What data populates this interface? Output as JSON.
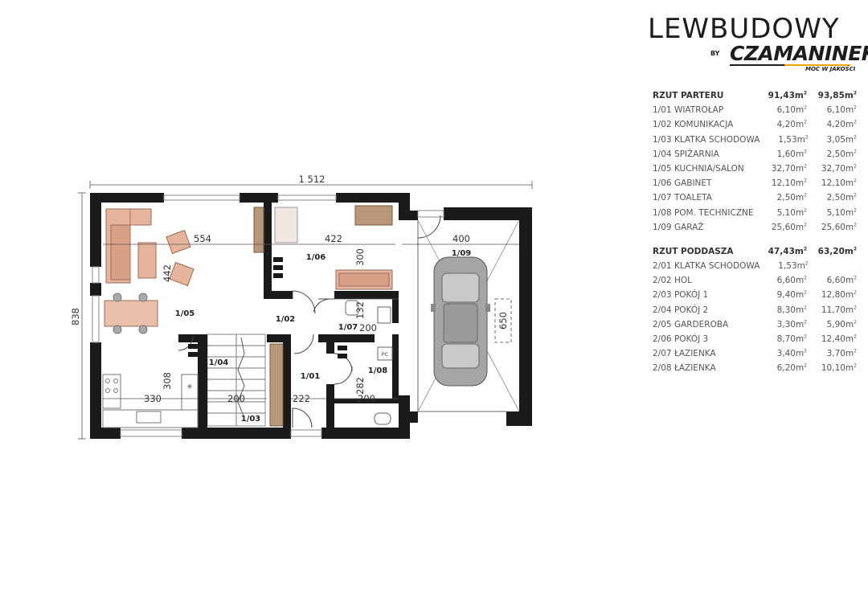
{
  "brand": {
    "name": "LEWBUDOWY",
    "by": "BY",
    "maker": "CZAMANINEK",
    "tagline": "MOC W JAKOŚCI"
  },
  "ground_floor": {
    "title": "RZUT PARTERU",
    "total_1": "91,43m",
    "total_2": "93,85m",
    "rooms": [
      {
        "code": "1/01",
        "name": "WIATROŁAP",
        "a1": "6,10m",
        "a2": "6,10m"
      },
      {
        "code": "1/02",
        "name": "KOMUNIKACJA",
        "a1": "4,20m",
        "a2": "4,20m"
      },
      {
        "code": "1/03",
        "name": "KLATKA SCHODOWA",
        "a1": "1,53m",
        "a2": "3,05m"
      },
      {
        "code": "1/04",
        "name": "SPIŻARNIA",
        "a1": "1,60m",
        "a2": "2,50m"
      },
      {
        "code": "1/05",
        "name": "KUCHNIA/SALON",
        "a1": "32,70m",
        "a2": "32,70m"
      },
      {
        "code": "1/06",
        "name": "GABINET",
        "a1": "12,10m",
        "a2": "12,10m"
      },
      {
        "code": "1/07",
        "name": "TOALETA",
        "a1": "2,50m",
        "a2": "2,50m"
      },
      {
        "code": "1/08",
        "name": "POM. TECHNICZNE",
        "a1": "5,10m",
        "a2": "5,10m"
      },
      {
        "code": "1/09",
        "name": "GARAŻ",
        "a1": "25,60m",
        "a2": "25,60m"
      }
    ]
  },
  "attic_floor": {
    "title": "RZUT PODDASZA",
    "total_1": "47,43m",
    "total_2": "63,20m",
    "rooms": [
      {
        "code": "2/01",
        "name": "KLATKA SCHODOWA",
        "a1": "1,53m",
        "a2": ""
      },
      {
        "code": "2/02",
        "name": "HOL",
        "a1": "6,60m",
        "a2": "6,60m"
      },
      {
        "code": "2/03",
        "name": "POKÓJ 1",
        "a1": "9,40m",
        "a2": "12,80m"
      },
      {
        "code": "2/04",
        "name": "POKÓJ 2",
        "a1": "8,30m",
        "a2": "11,70m"
      },
      {
        "code": "2/05",
        "name": "GARDEROBA",
        "a1": "3,30m",
        "a2": "5,90m"
      },
      {
        "code": "2/06",
        "name": "POKÓJ 3",
        "a1": "8,70m",
        "a2": "12,40m"
      },
      {
        "code": "2/07",
        "name": "ŁAZIENKA",
        "a1": "3,40m",
        "a2": "3,70m"
      },
      {
        "code": "2/08",
        "name": "ŁAZIENKA",
        "a1": "6,20m",
        "a2": "10,10m"
      }
    ]
  },
  "unit_superscript": "2",
  "plan": {
    "overall_width": "1 512",
    "overall_depth": "838",
    "room_labels": {
      "r101": "1/01",
      "r102": "1/02",
      "r103": "1/03",
      "r104": "1/04",
      "r105": "1/05",
      "r106": "1/06",
      "r107": "1/07",
      "r108": "1/08",
      "r109": "1/09"
    },
    "dims": {
      "d554": "554",
      "d422": "422",
      "d400": "400",
      "d442": "442",
      "d300": "300",
      "d132": "132",
      "d200a": "200",
      "d650": "650",
      "d308": "308",
      "d330": "330",
      "d200b": "200",
      "d222": "222",
      "d282": "282",
      "d200c": "200"
    },
    "pc_label": "PC"
  }
}
